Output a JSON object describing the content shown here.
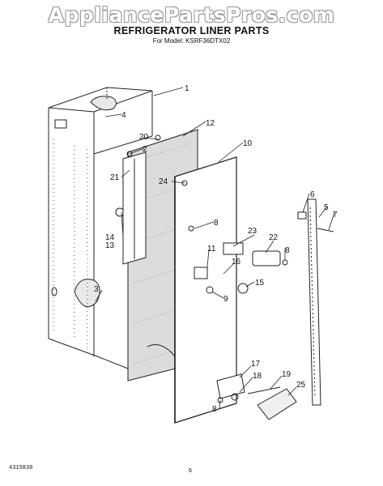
{
  "watermark": "AppliancePartsPros.com",
  "header": {
    "title": "REFRIGERATOR LINER PARTS",
    "subtitle": "For Model: KSRF36DTX02"
  },
  "footer": {
    "doc_number": "4315830",
    "page_number": "6"
  },
  "callouts": [
    "1",
    "2",
    "3",
    "4",
    "5",
    "6",
    "7",
    "8",
    "8",
    "8",
    "9",
    "10",
    "11",
    "12",
    "13",
    "14",
    "15",
    "16",
    "17",
    "18",
    "19",
    "20",
    "21",
    "22",
    "23",
    "24",
    "25"
  ]
}
